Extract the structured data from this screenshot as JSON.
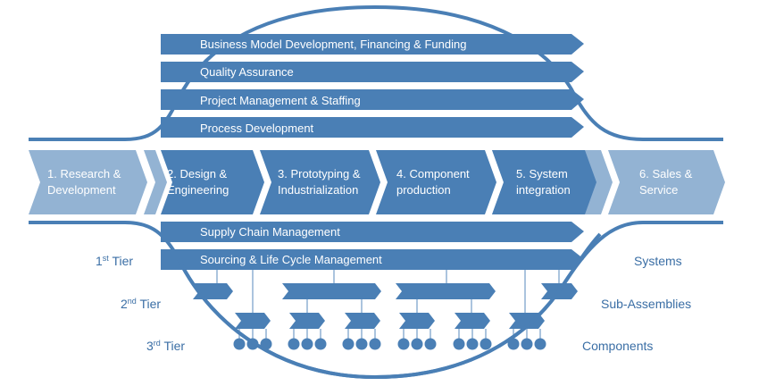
{
  "colors": {
    "primary": "#4a7fb5",
    "light": "#93b3d3",
    "text_accent": "#3a6ea5",
    "connector": "#8fb0d2"
  },
  "top_bars": [
    {
      "label": "Business Model Development, Financing & Funding"
    },
    {
      "label": "Quality Assurance"
    },
    {
      "label": "Project Management & Staffing"
    },
    {
      "label": "Process Development"
    }
  ],
  "phases": [
    {
      "line1": "1. Research &",
      "line2": "Development",
      "shade": "light"
    },
    {
      "line1": "2. Design &",
      "line2": "Engineering",
      "shade": "primary"
    },
    {
      "line1": "3. Prototyping &",
      "line2": "Industrialization",
      "shade": "primary"
    },
    {
      "line1": "4. Component",
      "line2": "production",
      "shade": "primary"
    },
    {
      "line1": "5. System",
      "line2": "integration",
      "shade": "primary"
    },
    {
      "line1": "6. Sales &",
      "line2": "Service",
      "shade": "light"
    }
  ],
  "bottom_bars": [
    {
      "label": "Supply Chain Management"
    },
    {
      "label": "Sourcing & Life Cycle Management"
    }
  ],
  "tiers_left": [
    {
      "num": "1",
      "sup": "st",
      "word": "Tier"
    },
    {
      "num": "2",
      "sup": "nd",
      "word": "Tier"
    },
    {
      "num": "3",
      "sup": "rd",
      "word": "Tier"
    }
  ],
  "tiers_right": [
    {
      "label": "Systems"
    },
    {
      "label": "Sub-Assemblies"
    },
    {
      "label": "Components"
    }
  ],
  "tree": {
    "tier1_nodes": 4,
    "tier2_nodes": 6,
    "components_per_subassembly": 3
  }
}
